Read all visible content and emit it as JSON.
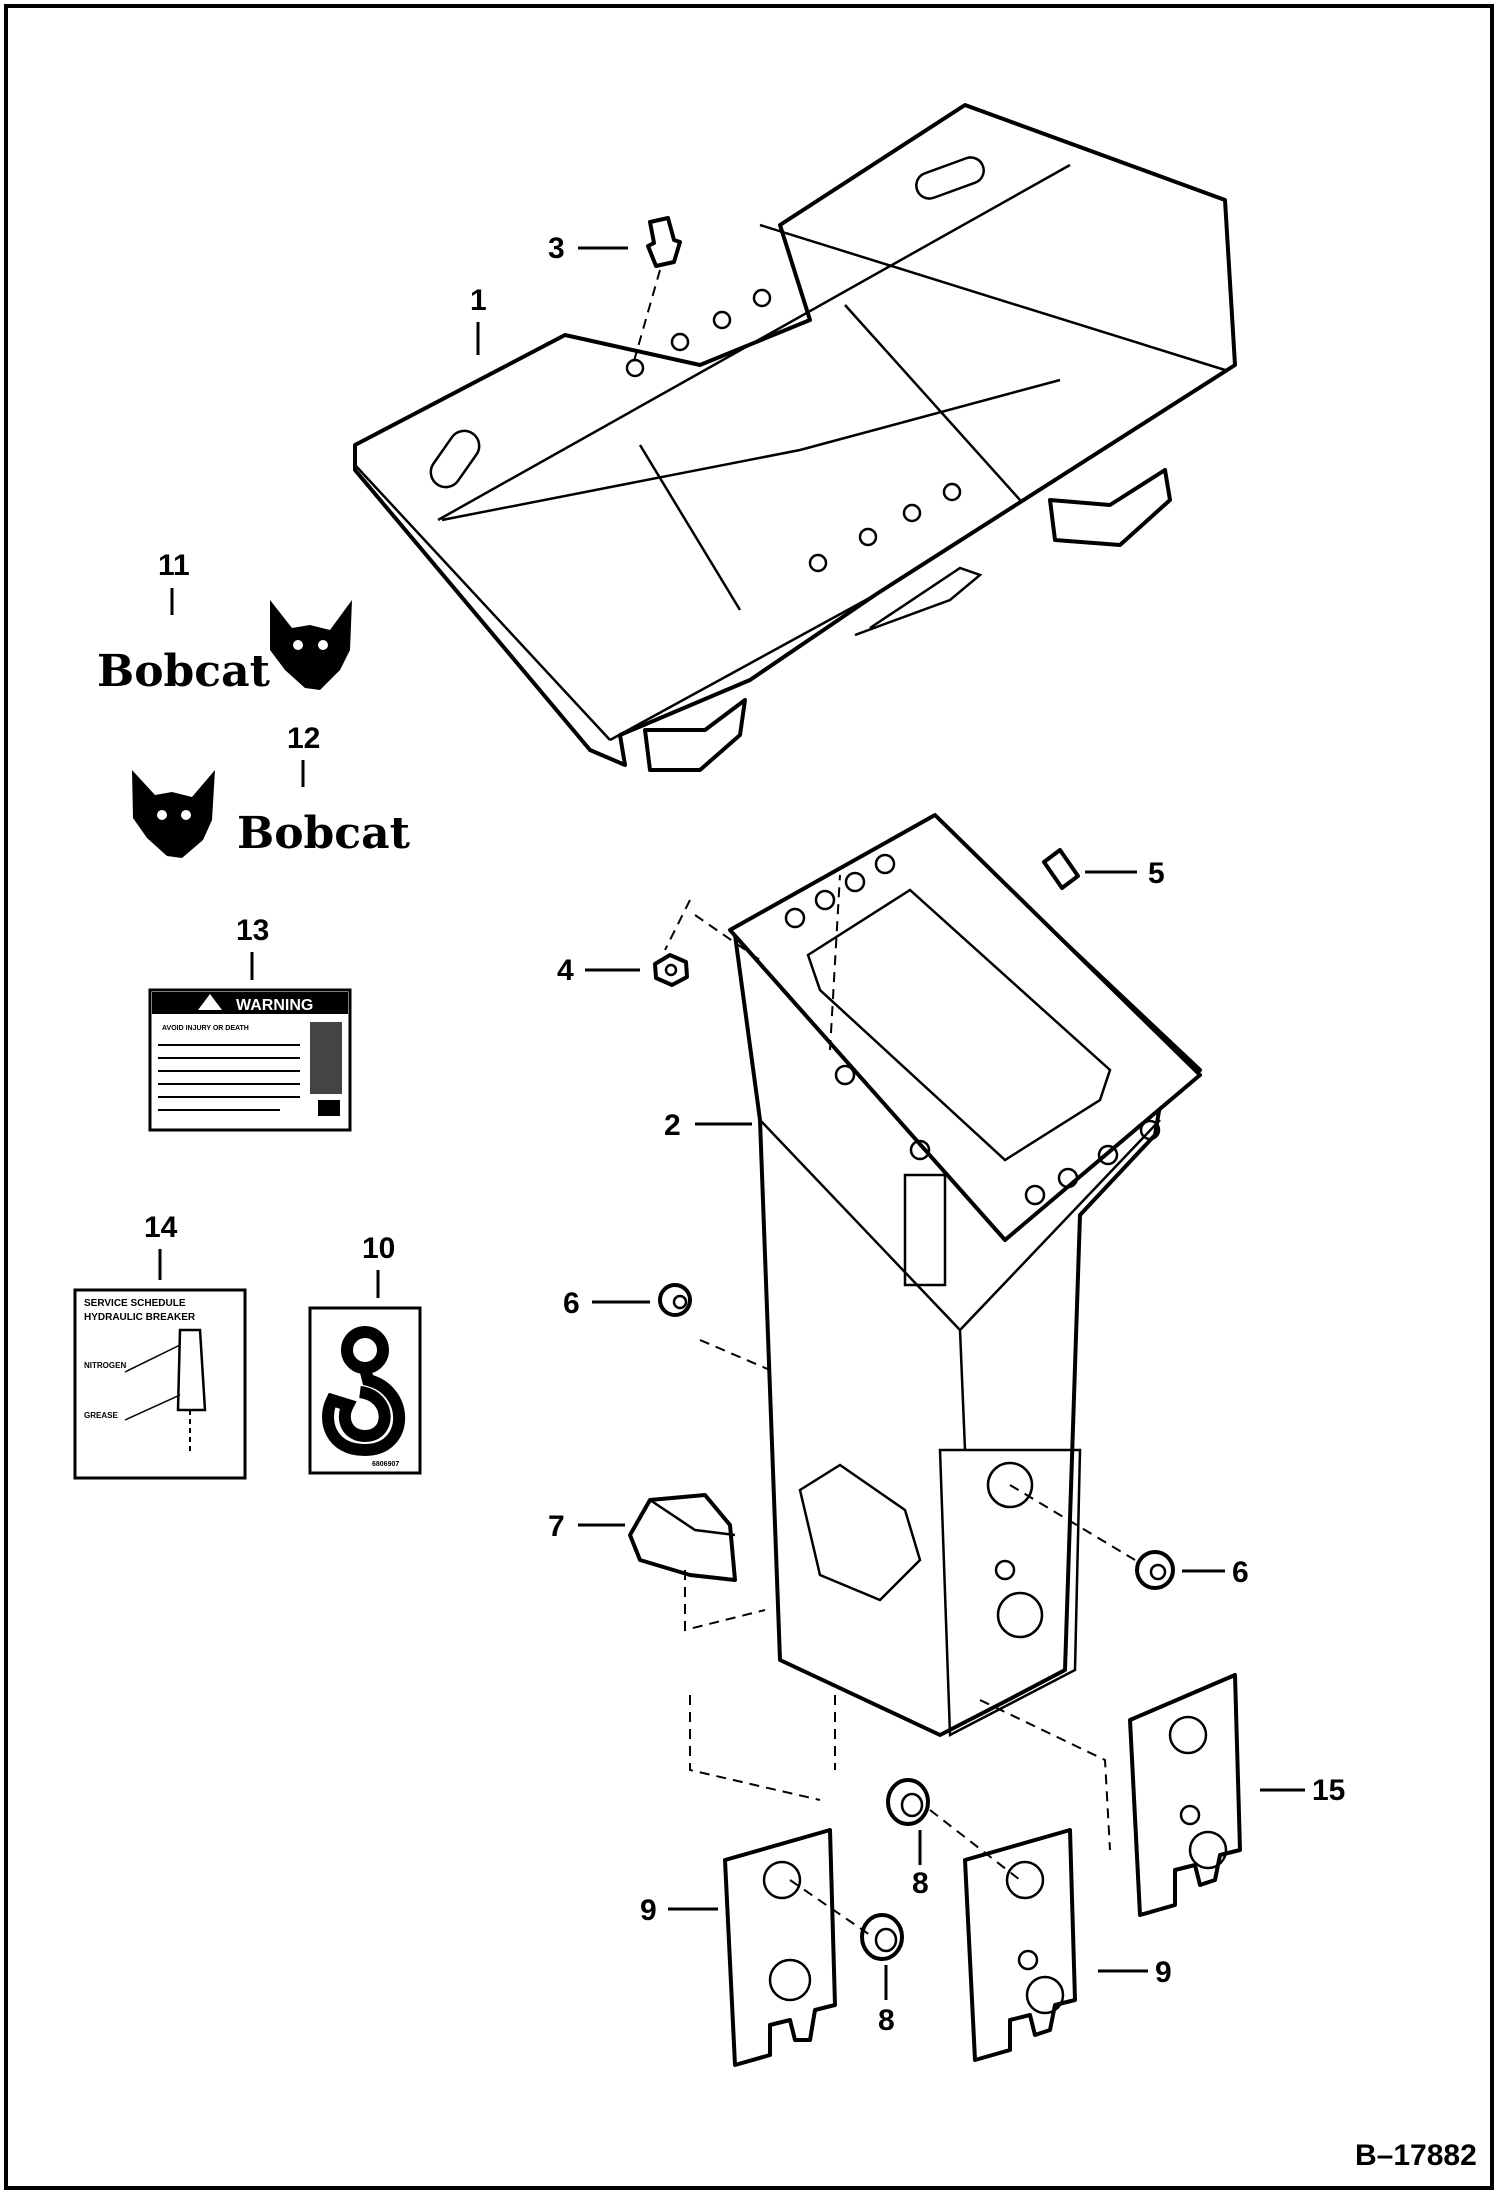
{
  "figure_id": "B–17882",
  "callouts": {
    "c1": "1",
    "c2": "2",
    "c3": "3",
    "c4": "4",
    "c5": "5",
    "c6a": "6",
    "c6b": "6",
    "c7": "7",
    "c8a": "8",
    "c8b": "8",
    "c9a": "9",
    "c9b": "9",
    "c10": "10",
    "c11": "11",
    "c12": "12",
    "c13": "13",
    "c14": "14",
    "c15": "15"
  },
  "decals": {
    "brand_a": "Bobcat",
    "brand_b": "Bobcat",
    "warning_title": "WARNING",
    "warning_subtitle": "AVOID INJURY OR DEATH",
    "service_title_line1": "SERVICE SCHEDULE",
    "service_title_line2": "HYDRAULIC BREAKER",
    "service_nitrogen": "NITROGEN",
    "service_grease": "GREASE",
    "hook_decal_code": "6806907"
  },
  "icons": [
    "bobcat-head-logo-icon",
    "lifting-hook-icon",
    "warning-triangle-icon",
    "manual-book-icon"
  ]
}
